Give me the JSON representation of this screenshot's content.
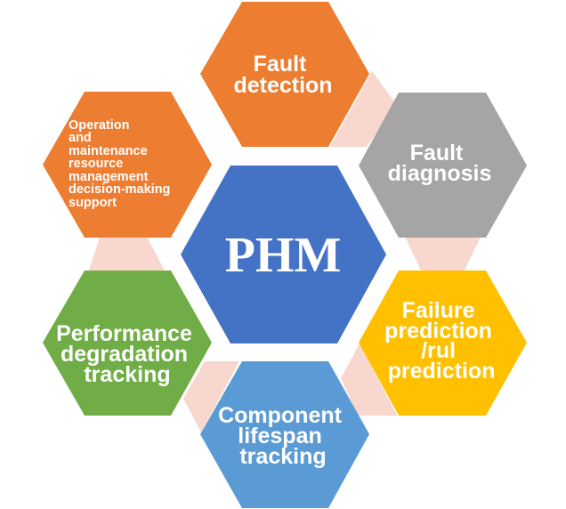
{
  "center": {
    "label": "PHM",
    "color": "#4472C4"
  },
  "nodes": [
    {
      "lines": [
        "Fault",
        "detection"
      ],
      "color": "#ED7D31"
    },
    {
      "lines": [
        "Fault",
        "diagnosis"
      ],
      "color": "#A5A5A5"
    },
    {
      "lines": [
        "Failure",
        "prediction",
        "/rul",
        "prediction"
      ],
      "color": "#FFC000"
    },
    {
      "lines": [
        "Component",
        "lifespan",
        "tracking"
      ],
      "color": "#5B9BD5"
    },
    {
      "lines": [
        "Performance",
        "degradation",
        "tracking"
      ],
      "color": "#70AD47"
    },
    {
      "lines": [
        "Operation",
        "and",
        "maintenance",
        "resource",
        "management",
        "decision-making",
        "support"
      ],
      "color": "#ED7D31"
    }
  ],
  "connector_color": "#F8D7CE"
}
